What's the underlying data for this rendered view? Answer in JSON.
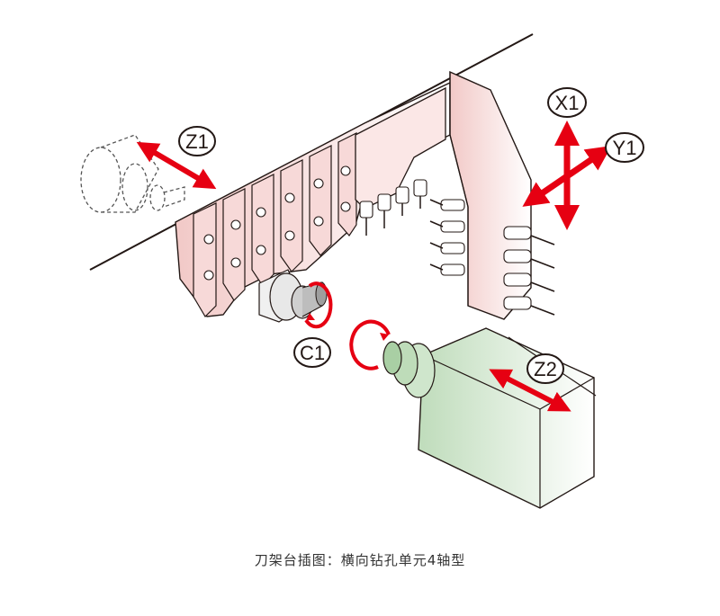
{
  "diagram": {
    "axes": {
      "z1": "Z1",
      "x1": "X1",
      "y1": "Y1",
      "c1": "C1",
      "z2": "Z2"
    },
    "colors": {
      "arrow": "#e60012",
      "tool_post": "#f7d9d8",
      "tool_post_dark": "#efc4c2",
      "spindle": "#cfe6cc",
      "spindle_dark": "#a9cfa4",
      "line": "#231815"
    }
  },
  "caption": "刀架台插图：横向钻孔单元4轴型"
}
